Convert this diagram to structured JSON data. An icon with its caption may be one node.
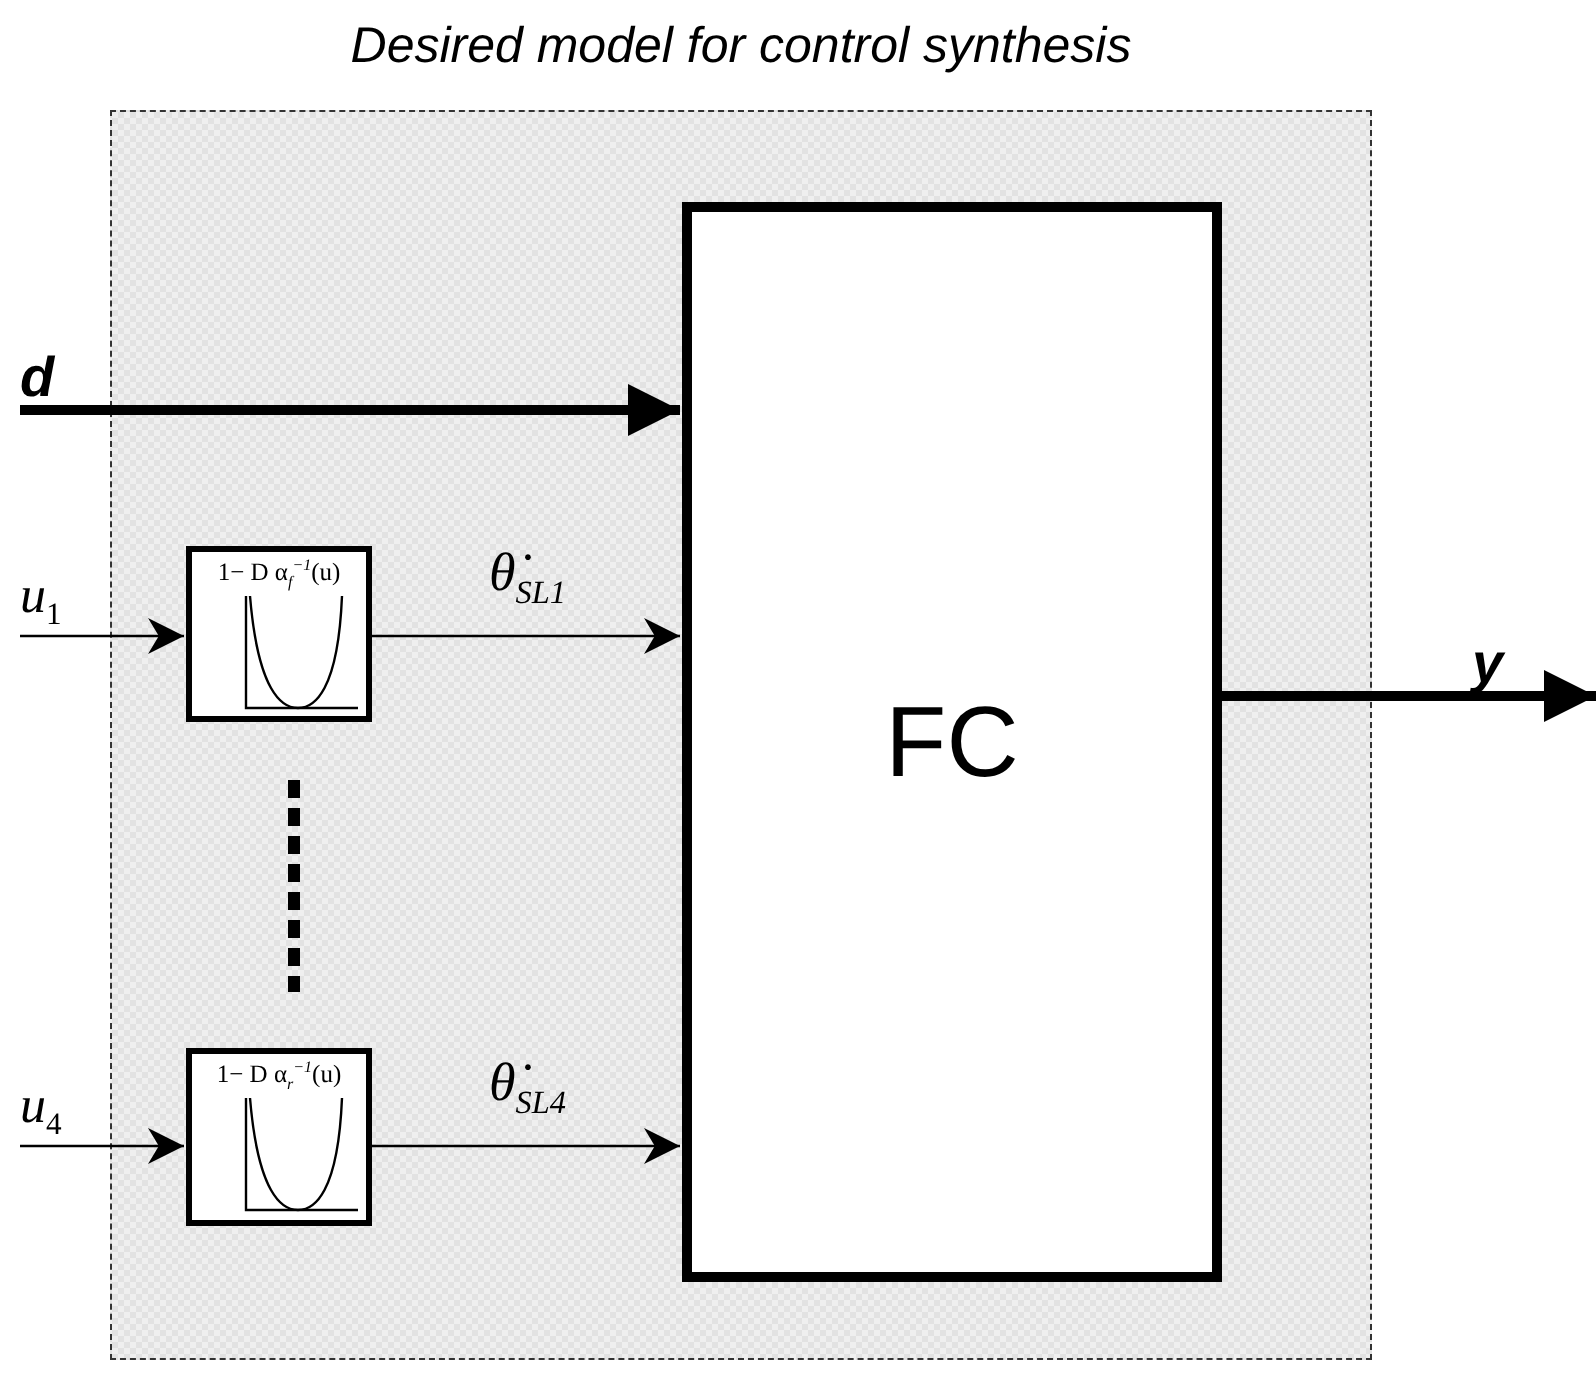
{
  "diagram": {
    "nodes": [
      {
        "text": [
          "Desired model for control synthesis"
        ]
      },
      {
        "text": [
          "d"
        ]
      },
      {
        "text": [
          "u$_{1}$"
        ]
      },
      {
        "text": [
          "1− D α$_{f}$$^{−1}$(u)"
        ],
        "in": 0
      },
      {
        "text": [
          "u$_{4}$"
        ]
      },
      {
        "text": [
          "1− D α$_{r}$$^{−1}$(u)"
        ],
        "in": 0
      },
      {
        "text": [
          "FC"
        ],
        "in": 0
      },
      {
        "text": [
          "y"
        ]
      }
    ],
    "edges": [
      {
        "from": 1,
        "to": 6,
        "arrow": "to",
        "style": "thick"
      },
      {
        "from": 2,
        "to": 3,
        "arrow": "to"
      },
      {
        "from": 3,
        "to": 6,
        "arrow": "to",
        "label": "θ̇$_{SL1}$"
      },
      {
        "from": 4,
        "to": 5,
        "arrow": "to"
      },
      {
        "from": 5,
        "to": 6,
        "arrow": "to",
        "label": "θ̇$_{SL4}$"
      },
      {
        "from": 6,
        "to": 7,
        "arrow": "to",
        "style": "thick"
      }
    ]
  }
}
